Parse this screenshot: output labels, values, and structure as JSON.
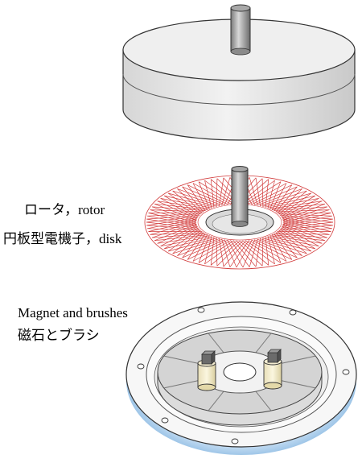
{
  "labels": {
    "rotor": "ロータ，rotor",
    "disk": "円板型電機子，disk",
    "magnet": "Magnet and brushes",
    "magnet_jp": "磁石とブラシ"
  },
  "colors": {
    "outline": "#333333",
    "body_fill": "#ececec",
    "disk_lines": "#d23a3a",
    "base_glow": "#a9cdea"
  },
  "components": [
    "rotor",
    "armature-disk",
    "magnet-base",
    "brushes",
    "shaft"
  ]
}
